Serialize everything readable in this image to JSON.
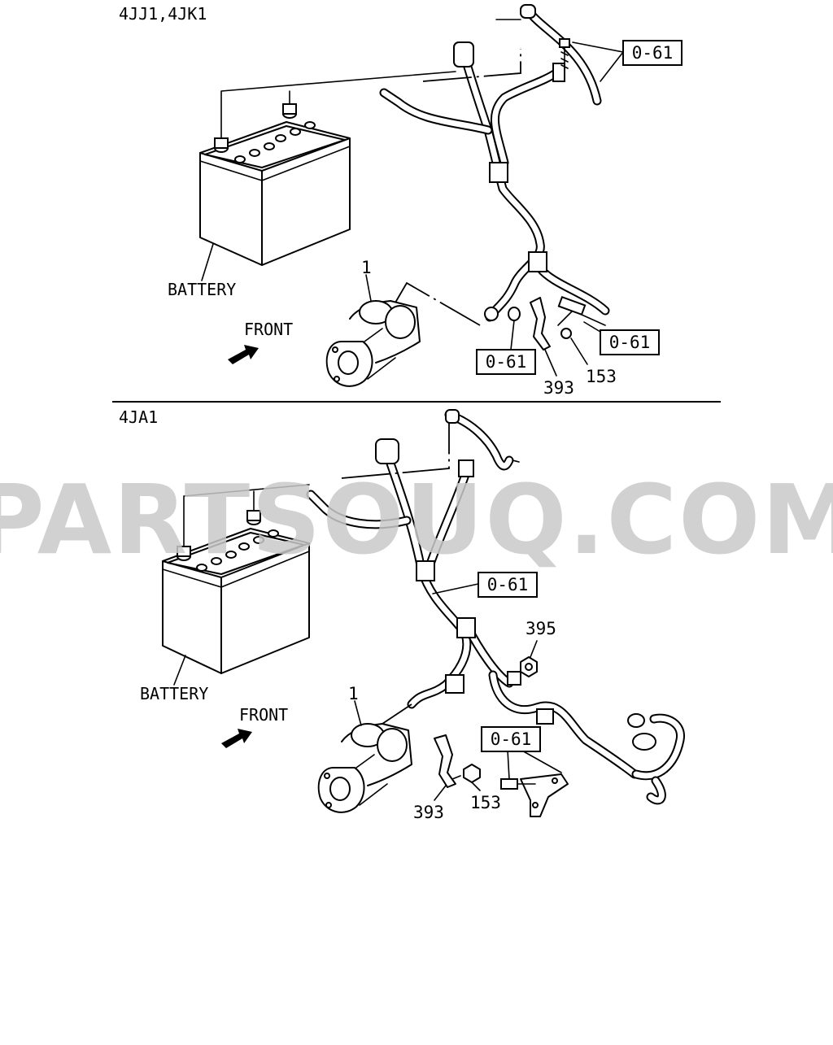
{
  "watermark": "PARTSOUQ.COM",
  "section_top": {
    "engine_models": "4JJ1,4JK1",
    "battery_label": "BATTERY",
    "front_label": "FRONT",
    "starter_callout": "1",
    "ref_boxes": [
      "0-61",
      "0-61",
      "0-61"
    ],
    "parts": [
      "393",
      "153"
    ]
  },
  "section_bottom": {
    "engine_models": "4JA1",
    "battery_label": "BATTERY",
    "front_label": "FRONT",
    "starter_callout": "1",
    "ref_boxes": [
      "0-61",
      "0-61"
    ],
    "parts": [
      "395",
      "393",
      "153"
    ]
  }
}
